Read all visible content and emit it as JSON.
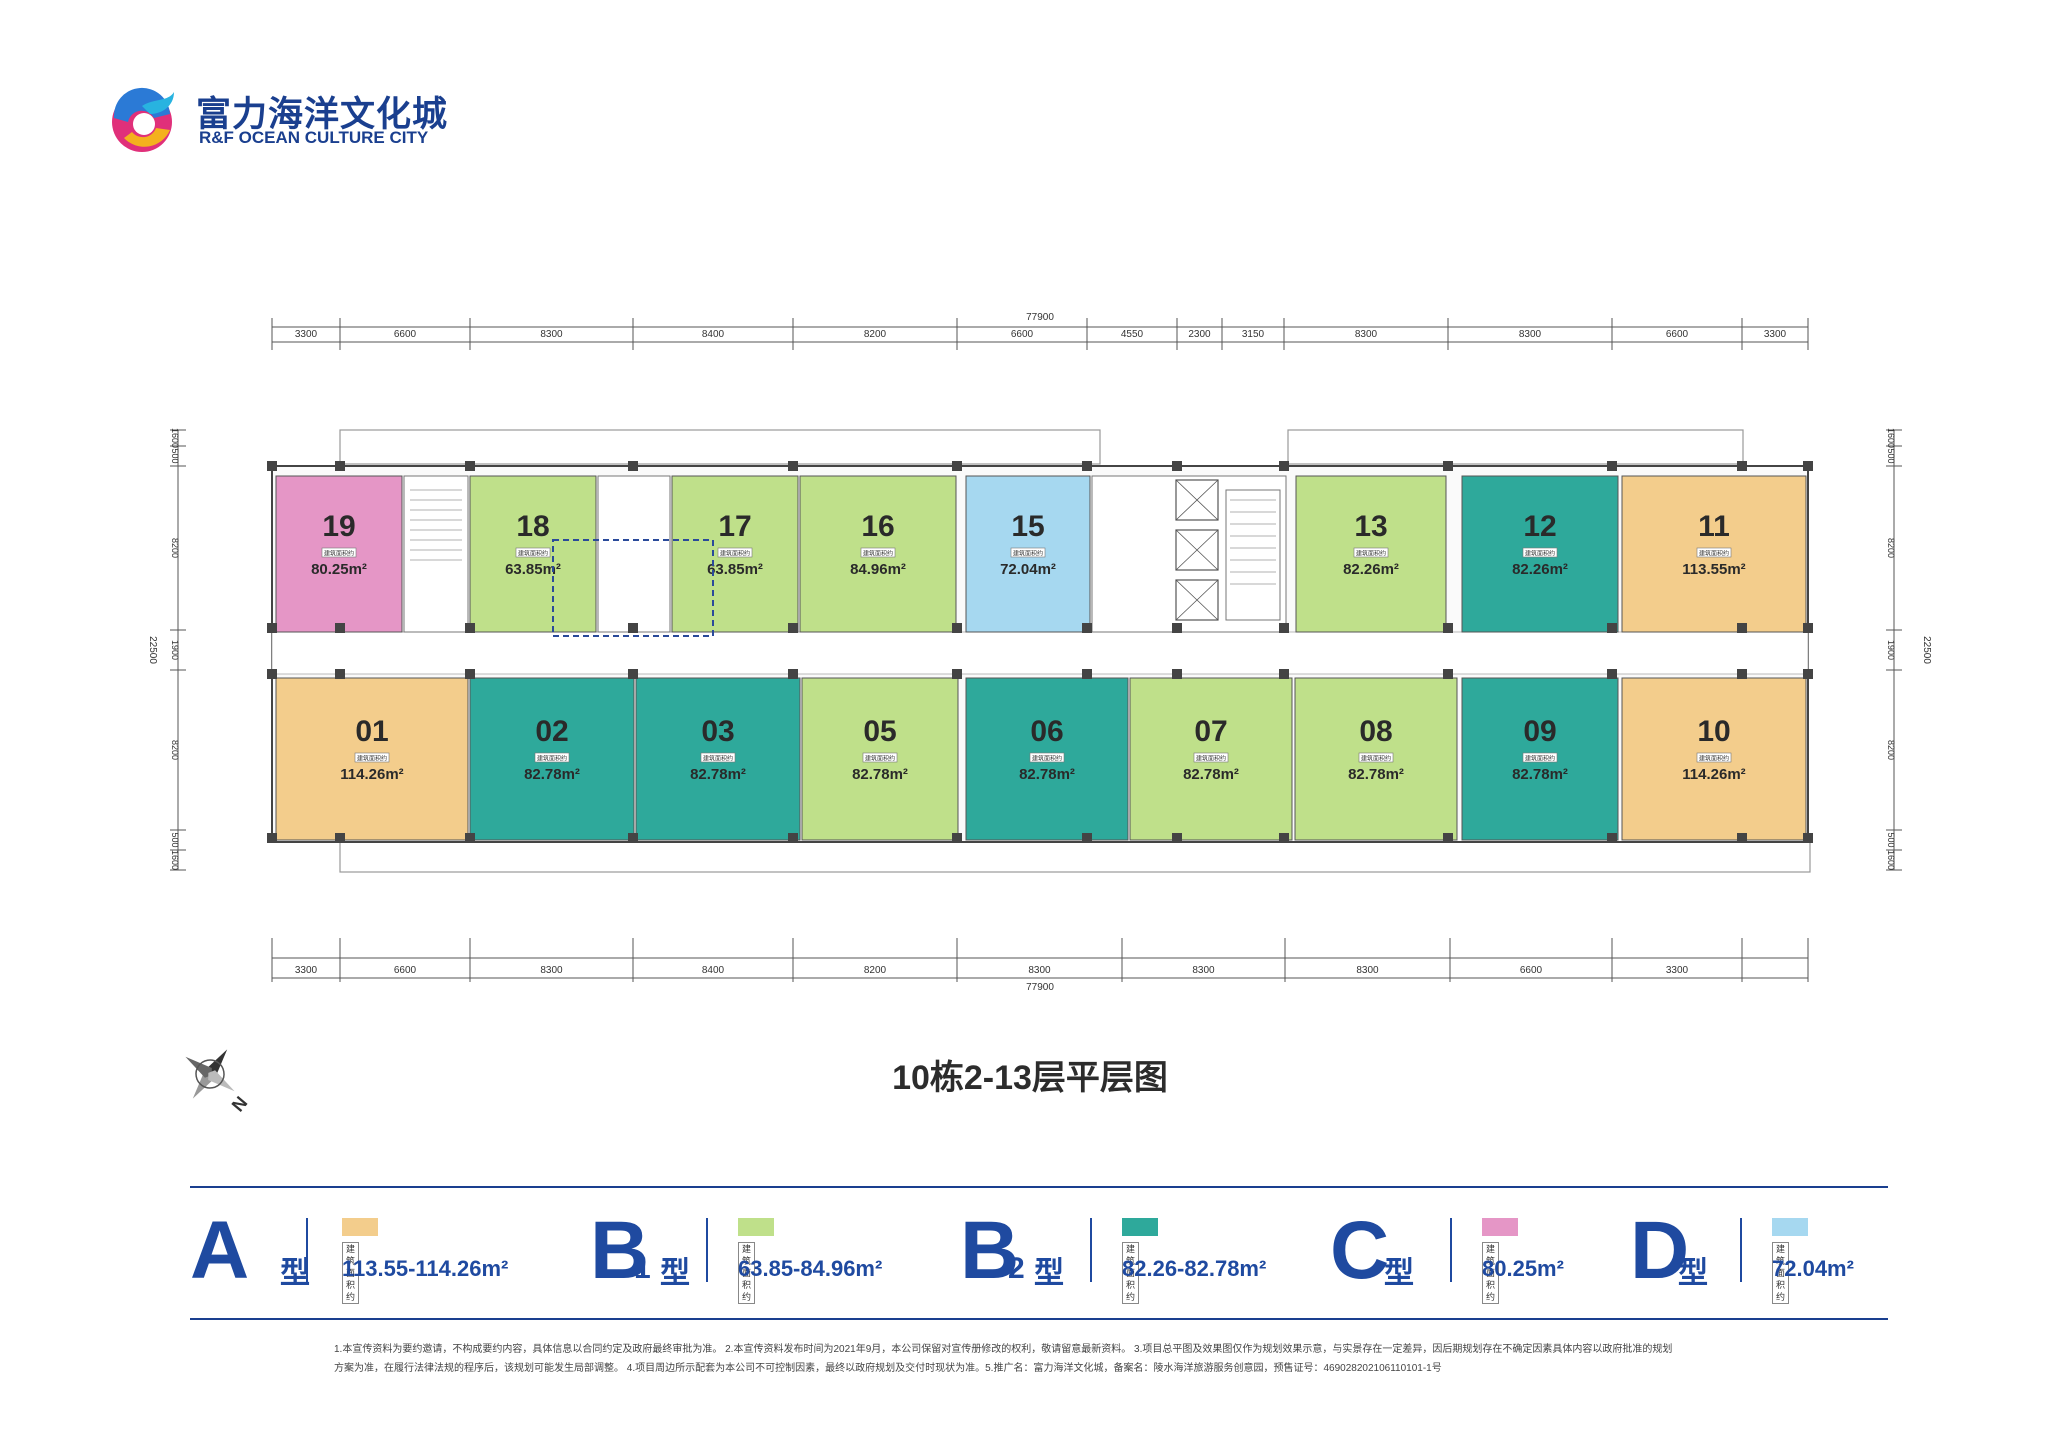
{
  "header": {
    "logo_cn": "富力海洋文化城",
    "logo_en": "R&F OCEAN CULTURE CITY"
  },
  "dims": {
    "total": "77900",
    "top": [
      "3300",
      "6600",
      "8300",
      "8400",
      "8200",
      "6600",
      "4550",
      "2300",
      "3150",
      "8300",
      "8300",
      "6600",
      "3300"
    ],
    "bottom": [
      "3300",
      "6600",
      "8300",
      "8400",
      "8200",
      "8300",
      "8300",
      "8300",
      "6600",
      "3300"
    ],
    "left": [
      "1600",
      "500",
      "8200",
      "1900",
      "8200",
      "500",
      "1600"
    ],
    "right": [
      "1600",
      "500",
      "8200",
      "1900",
      "8200",
      "500",
      "1600"
    ],
    "side_total": "22500"
  },
  "unit_caption": "建筑面积约",
  "units_top": [
    {
      "no": "19",
      "area": "80.25m²",
      "type": "C"
    },
    {
      "no": "18",
      "area": "63.85m²",
      "type": "B1"
    },
    {
      "no": "17",
      "area": "63.85m²",
      "type": "B1"
    },
    {
      "no": "16",
      "area": "84.96m²",
      "type": "B1"
    },
    {
      "no": "15",
      "area": "72.04m²",
      "type": "D"
    },
    {
      "no": "13",
      "area": "82.26m²",
      "type": "B1"
    },
    {
      "no": "12",
      "area": "82.26m²",
      "type": "B2"
    },
    {
      "no": "11",
      "area": "113.55m²",
      "type": "A"
    }
  ],
  "units_bottom": [
    {
      "no": "01",
      "area": "114.26m²",
      "type": "A"
    },
    {
      "no": "02",
      "area": "82.78m²",
      "type": "B2"
    },
    {
      "no": "03",
      "area": "82.78m²",
      "type": "B2"
    },
    {
      "no": "05",
      "area": "82.78m²",
      "type": "B1"
    },
    {
      "no": "06",
      "area": "82.78m²",
      "type": "B2"
    },
    {
      "no": "07",
      "area": "82.78m²",
      "type": "B1"
    },
    {
      "no": "08",
      "area": "82.78m²",
      "type": "B1"
    },
    {
      "no": "09",
      "area": "82.78m²",
      "type": "B2"
    },
    {
      "no": "10",
      "area": "114.26m²",
      "type": "A"
    }
  ],
  "colors": {
    "A": "#f3cd8c",
    "B1": "#bfe08a",
    "B2": "#2ea99b",
    "C": "#e596c6",
    "D": "#a6d8f0",
    "brand": "#1f4aa0"
  },
  "plan_title": "10栋2-13层平层图",
  "compass_label": "N",
  "legend": [
    {
      "letter": "A",
      "sub": "",
      "xing": "型",
      "caption": "建筑面积约",
      "range": "113.55-114.26m²",
      "type": "A"
    },
    {
      "letter": "B",
      "sub": "1",
      "xing": "型",
      "caption": "建筑面积约",
      "range": "63.85-84.96m²",
      "type": "B1"
    },
    {
      "letter": "B",
      "sub": "2",
      "xing": "型",
      "caption": "建筑面积约",
      "range": "82.26-82.78m²",
      "type": "B2"
    },
    {
      "letter": "C",
      "sub": "",
      "xing": "型",
      "caption": "建筑面积约",
      "range": "80.25m²",
      "type": "C"
    },
    {
      "letter": "D",
      "sub": "",
      "xing": "型",
      "caption": "建筑面积约",
      "range": "72.04m²",
      "type": "D"
    }
  ],
  "notes": [
    "1.本宣传资料为要约邀请，不构成要约内容，具体信息以合同约定及政府最终审批为准。 2.本宣传资料发布时间为2021年9月，本公司保留对宣传册修改的权利，敬请留意最新资料。 3.项目总平图及效果图仅作为规划效果示意，与实景存在一定差异，因后期规划存在不确定因素具体内容以政府批准的规划",
    "方案为准，在履行法律法规的程序后，该规划可能发生局部调整。 4.项目周边所示配套为本公司不可控制因素，最终以政府规划及交付时现状为准。5.推广名：富力海洋文化城，备案名：陵水海洋旅游服务创意园，预售证号：469028202106110101-1号"
  ]
}
